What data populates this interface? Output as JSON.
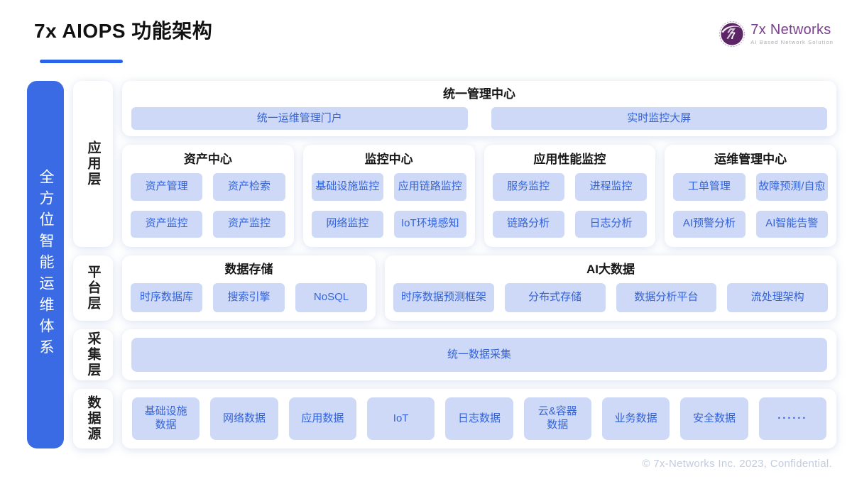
{
  "header": {
    "title": "7x AIOPS 功能架构"
  },
  "logo": {
    "name": "7x Networks",
    "tagline": "AI Based Network Solution"
  },
  "banner": {
    "text": "全方位智能运维体系"
  },
  "layers": [
    {
      "label": "应用层"
    },
    {
      "label": "平台层"
    },
    {
      "label": "采集层"
    },
    {
      "label": "数据源"
    }
  ],
  "management": {
    "title": "统一管理中心",
    "buttons": [
      "统一运维管理门户",
      "实时监控大屏"
    ]
  },
  "centers": [
    {
      "title": "资产中心",
      "buttons": [
        "资产管理",
        "资产检索",
        "资产监控",
        "资产监控"
      ]
    },
    {
      "title": "监控中心",
      "buttons": [
        "基础设施监控",
        "应用链路监控",
        "网络监控",
        "IoT环境感知"
      ]
    },
    {
      "title": "应用性能监控",
      "buttons": [
        "服务监控",
        "进程监控",
        "链路分析",
        "日志分析"
      ]
    },
    {
      "title": "运维管理中心",
      "buttons": [
        "工单管理",
        "故障预测/自愈",
        "AI预警分析",
        "AI智能告警"
      ]
    }
  ],
  "platform": [
    {
      "title": "数据存储",
      "buttons": [
        "时序数据库",
        "搜索引擎",
        "NoSQL"
      ]
    },
    {
      "title": "AI大数据",
      "buttons": [
        "时序数据预测框架",
        "分布式存储",
        "数据分析平台",
        "流处理架构"
      ]
    }
  ],
  "collection": {
    "button": "统一数据采集"
  },
  "sources": {
    "items": [
      "基础设施\n数据",
      "网络数据",
      "应用数据",
      "IoT",
      "日志数据",
      "云&容器\n数据",
      "业务数据",
      "安全数据",
      "······"
    ]
  },
  "footer": {
    "copyright": "© 7x-Networks Inc. 2023, Confidential."
  },
  "colors": {
    "accent_blue": "#2b63e8",
    "banner_blue": "#3a6be4",
    "chip_bg": "#cdd9f6",
    "chip_text": "#3463d9",
    "logo_purple": "#7b3f8f",
    "footer_text": "#c2cce0"
  }
}
